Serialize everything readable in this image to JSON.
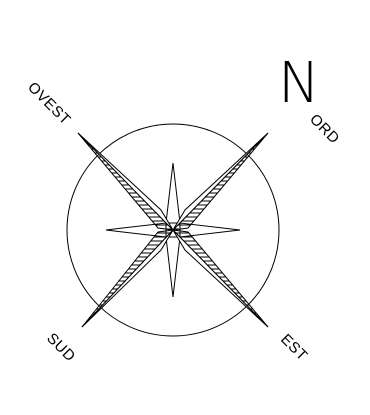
{
  "compass": {
    "north_letter": "N",
    "north_rest": "ORD",
    "west": "OVEST",
    "south": "SUD",
    "east": "EST"
  },
  "colors": {
    "stroke": "#000000",
    "background": "#ffffff",
    "hatch": "#000000"
  }
}
